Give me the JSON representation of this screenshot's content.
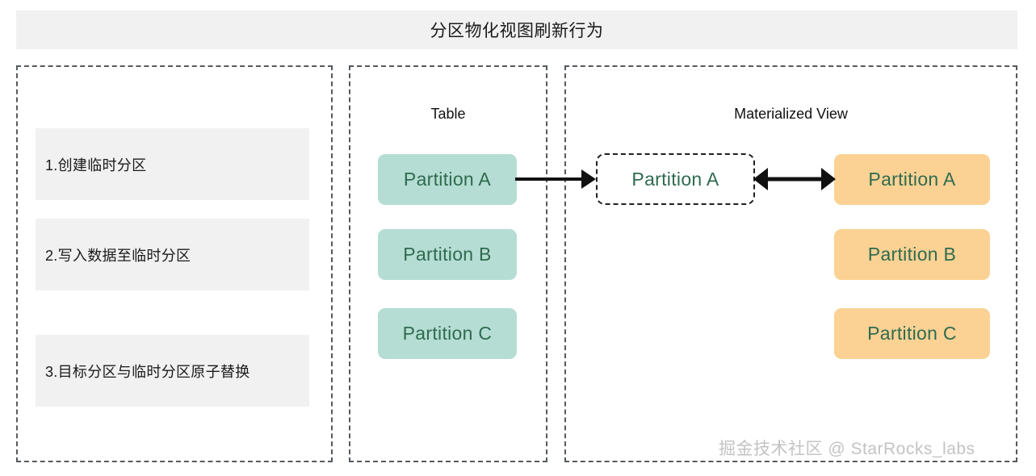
{
  "header": {
    "title": "分区物化视图刷新行为"
  },
  "left_panel": {
    "steps": [
      {
        "label": "1.创建临时分区"
      },
      {
        "label": "2.写入数据至临时分区"
      },
      {
        "label": "3.目标分区与临时分区原子替换"
      }
    ]
  },
  "table_panel": {
    "heading": "Table",
    "partitions": [
      {
        "label": "Partition A"
      },
      {
        "label": "Partition B"
      },
      {
        "label": "Partition C"
      }
    ]
  },
  "mv_panel": {
    "heading": "Materialized View",
    "temp_partition": {
      "label": "Partition A"
    },
    "partitions": [
      {
        "label": "Partition A"
      },
      {
        "label": "Partition B"
      },
      {
        "label": "Partition C"
      }
    ]
  },
  "arrows": {
    "table_to_temp": "single-arrow-right-icon",
    "temp_to_mv": "double-arrow-icon"
  },
  "watermark": {
    "text": "掘金技术社区 @ StarRocks_labs"
  },
  "colors": {
    "header_bg": "#f1f1f1",
    "step_bg": "#f1f1f1",
    "teal": "#b5ddd3",
    "orange": "#fbd294",
    "partition_text": "#2f6b4f",
    "panel_border": "#555a5f",
    "arrow": "#111111",
    "watermark": "#c3c3c3"
  }
}
